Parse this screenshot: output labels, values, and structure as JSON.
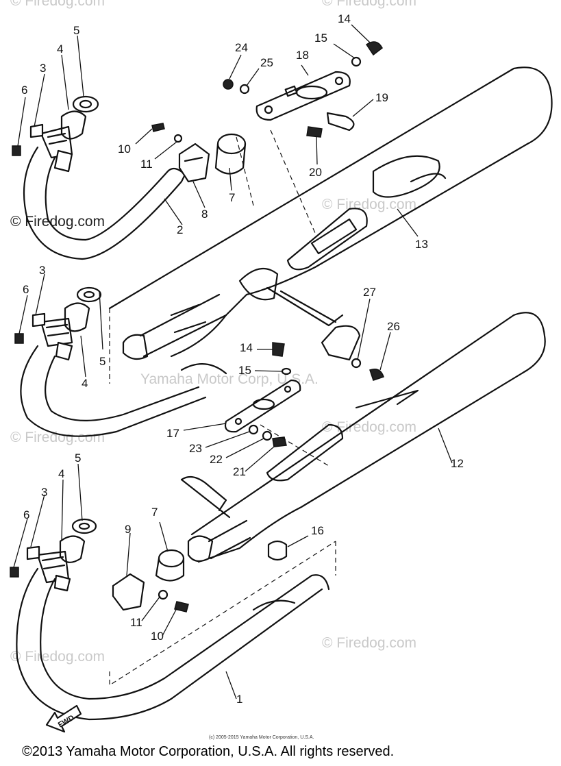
{
  "diagram": {
    "callouts": [
      "1",
      "2",
      "3",
      "4",
      "5",
      "6",
      "7",
      "8",
      "9",
      "10",
      "11",
      "12",
      "13",
      "14",
      "15",
      "16",
      "17",
      "18",
      "19",
      "20",
      "21",
      "22",
      "23",
      "24",
      "25",
      "26",
      "27"
    ],
    "direction_label": "FWD"
  },
  "watermarks": {
    "firedog": "© Firedog.com",
    "center": "Yamaha Motor Corp, U.S.A.",
    "small_copyright": "(c) 2005-2015 Yamaha Motor Corporation, U.S.A."
  },
  "footer": {
    "copyright": "©2013 Yamaha Motor Corporation, U.S.A. All rights reserved."
  }
}
